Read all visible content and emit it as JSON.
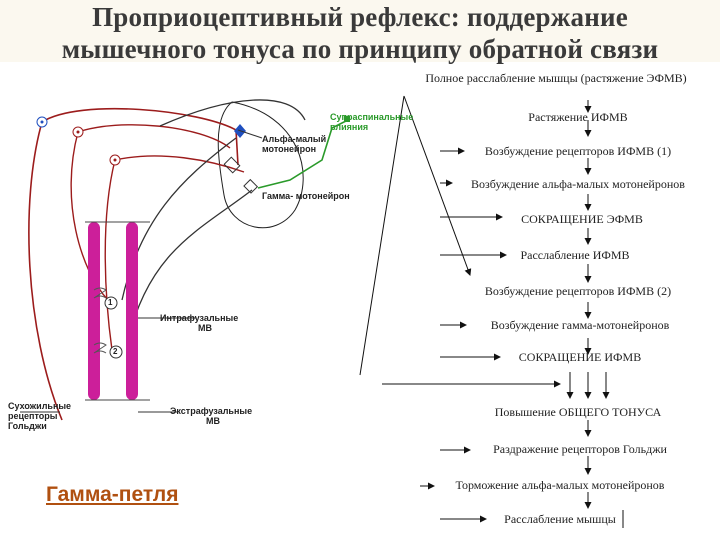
{
  "title": {
    "line1": "Проприоцептивный рефлекс: поддержание",
    "line2": "мышечного тонуса по принципу обратной связи"
  },
  "flow": {
    "header": "Полное расслабление мышцы (растяжение ЭФМВ)",
    "steps": [
      "Растяжение ИФМВ",
      "Возбуждение рецепторов ИФМВ (1)",
      "Возбуждение альфа-малых мотонейронов",
      "СОКРАЩЕНИЕ ЭФМВ",
      "Расслабление ИФМВ",
      "Возбуждение рецепторов ИФМВ (2)",
      "Возбуждение гамма-мотонейронов",
      "СОКРАЩЕНИЕ ИФМВ",
      "Повышение ОБЩЕГО ТОНУСА",
      "Раздражение рецепторов Гольджи",
      "Торможение альфа-малых мотонейронов",
      "Расслабление мышцы"
    ]
  },
  "diagram": {
    "labels": {
      "supraspinal": [
        "Супраспинальные",
        "влияния"
      ],
      "alpha_small": [
        "Альфа-малый",
        "мотонейрон"
      ],
      "gamma_motoneuron": "Гамма- мотонейрон",
      "intrafusal": [
        "Интрафузальные",
        "МВ"
      ],
      "extrafusal": [
        "Экстрафузальные",
        "МВ"
      ],
      "golgi": [
        "Сухожильные",
        "рецепторы",
        "Гольджи"
      ],
      "receptor_1": "1",
      "receptor_2": "2"
    },
    "caption": "Гамма-петля"
  },
  "colors": {
    "muscle_fiber": "#cc1f9a",
    "nerve_red": "#9c1c1c",
    "nerve_dark": "#333333",
    "supraspinal_green": "#2a9a2a",
    "arrow": "#111111",
    "caption": "#b05010"
  }
}
